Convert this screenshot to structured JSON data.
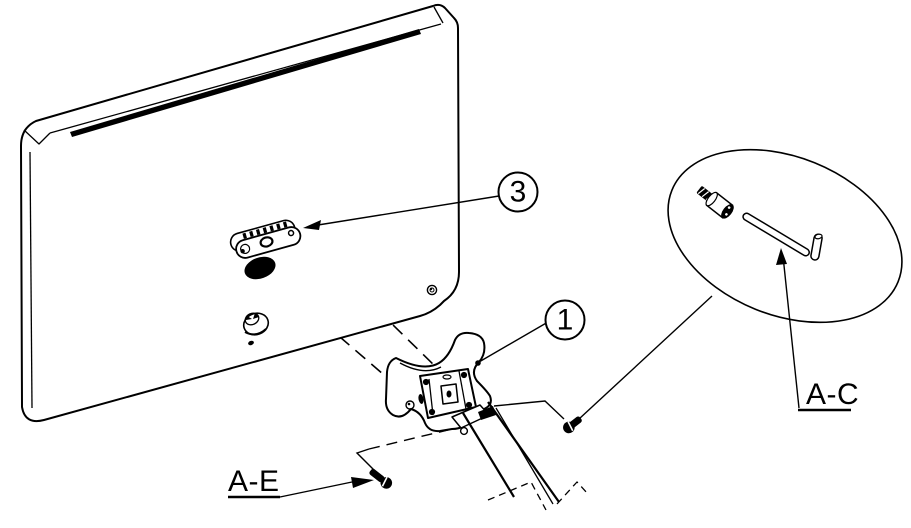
{
  "diagram": {
    "background_color": "#ffffff",
    "line_color": "#000000",
    "callouts": {
      "part3": {
        "label": "3"
      },
      "part1": {
        "label": "1"
      },
      "tool_ac": {
        "label": "A-C"
      },
      "screw_ae": {
        "label": "A-E"
      }
    }
  }
}
